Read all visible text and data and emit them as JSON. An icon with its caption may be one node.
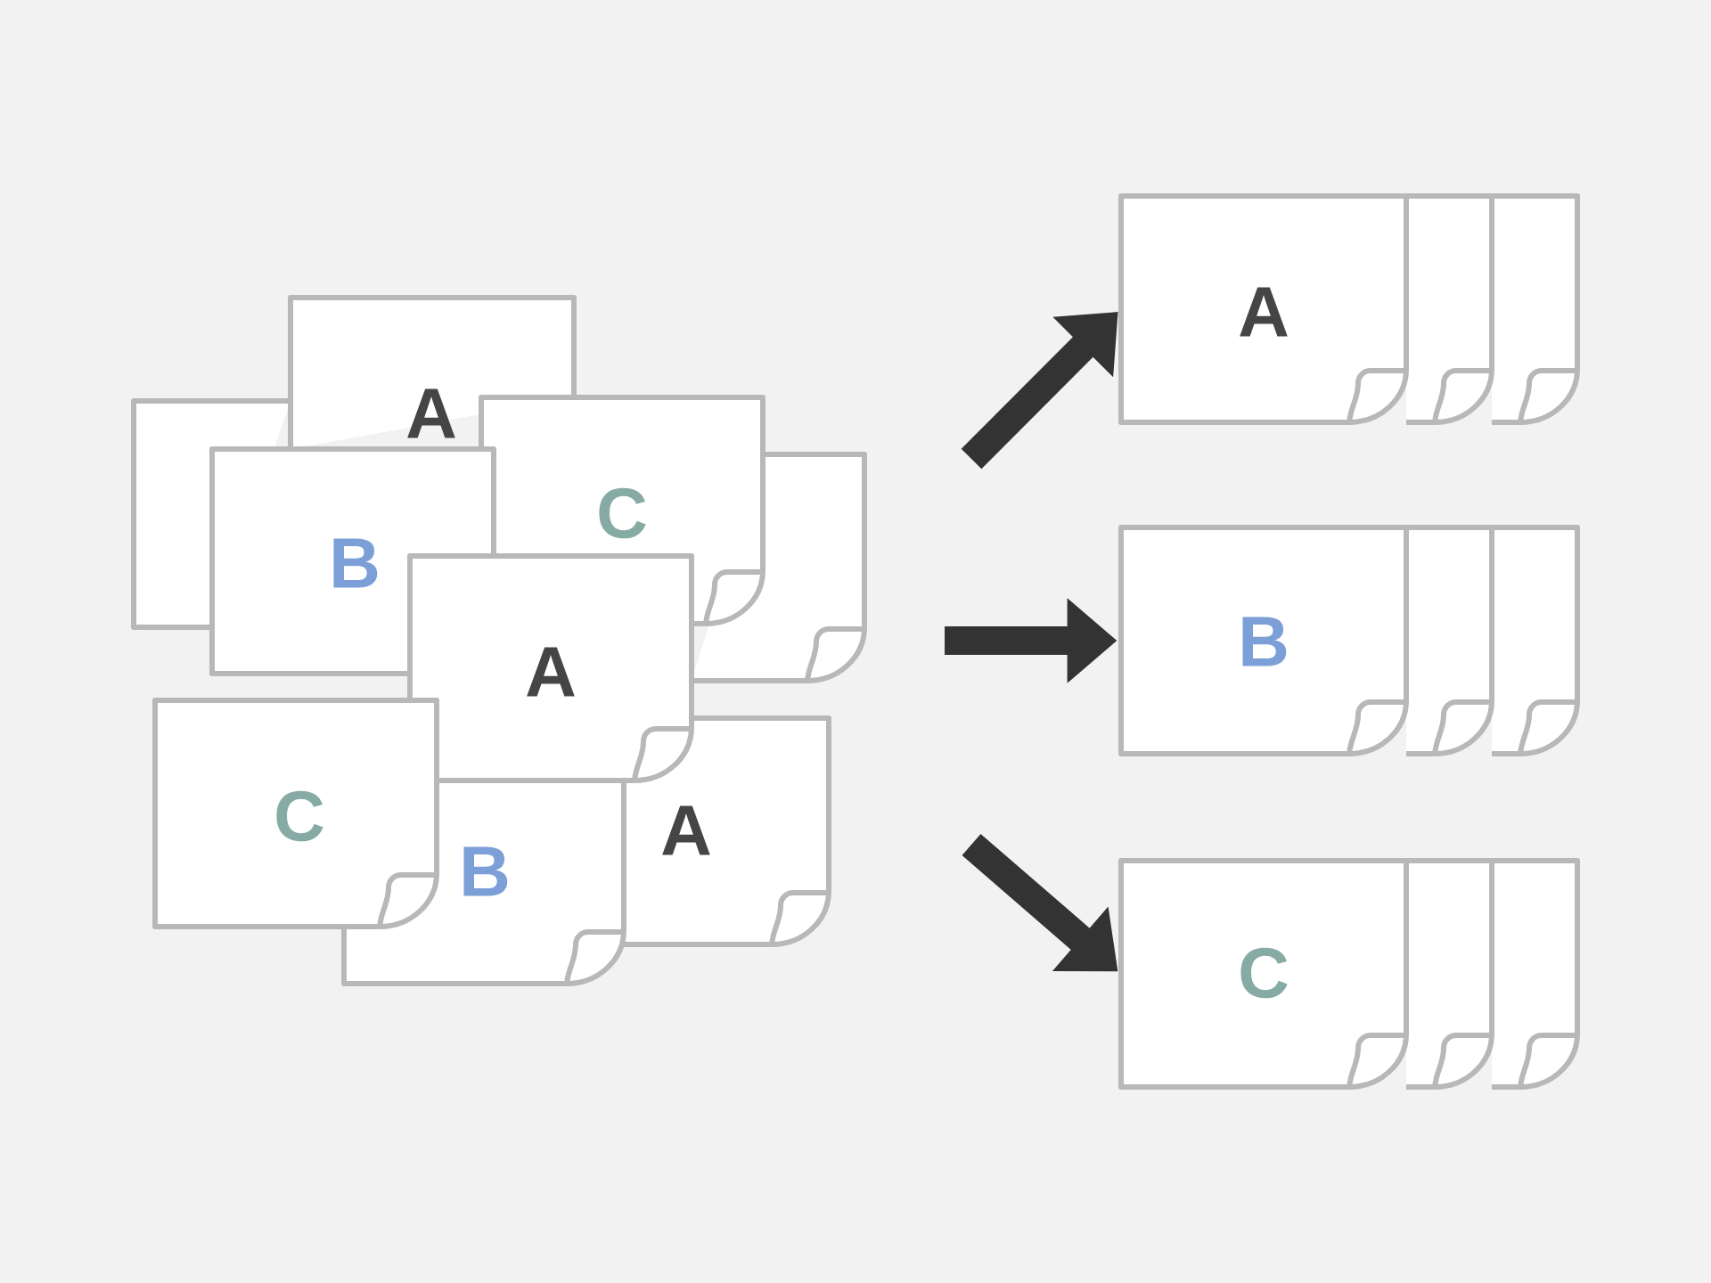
{
  "diagram": {
    "nodes": [
      {
        "text": [],
        "shape": "box"
      },
      {
        "text": [
          "A"
        ]
      },
      {
        "text": [],
        "shape": "box"
      },
      {
        "text": [
          "C"
        ]
      },
      {
        "text": [
          "B"
        ]
      },
      {
        "text": [
          "A"
        ]
      },
      {
        "text": [
          "B"
        ]
      },
      {
        "text": [
          "A"
        ]
      },
      {
        "text": [
          "C"
        ]
      },
      {
        "text": [
          "A"
        ]
      },
      {
        "text": [],
        "shape": "box"
      },
      {
        "text": [],
        "shape": "box"
      },
      {
        "text": [
          "B"
        ]
      },
      {
        "text": [],
        "shape": "box"
      },
      {
        "text": [],
        "shape": "box"
      },
      {
        "text": [
          "C"
        ]
      },
      {
        "text": [],
        "shape": "box"
      },
      {
        "text": [],
        "shape": "box"
      }
    ],
    "edges": [
      {
        "from": null,
        "to": 9,
        "arrow": "to"
      },
      {
        "from": null,
        "to": 12,
        "arrow": "to"
      },
      {
        "from": null,
        "to": 15,
        "arrow": "to"
      }
    ]
  }
}
